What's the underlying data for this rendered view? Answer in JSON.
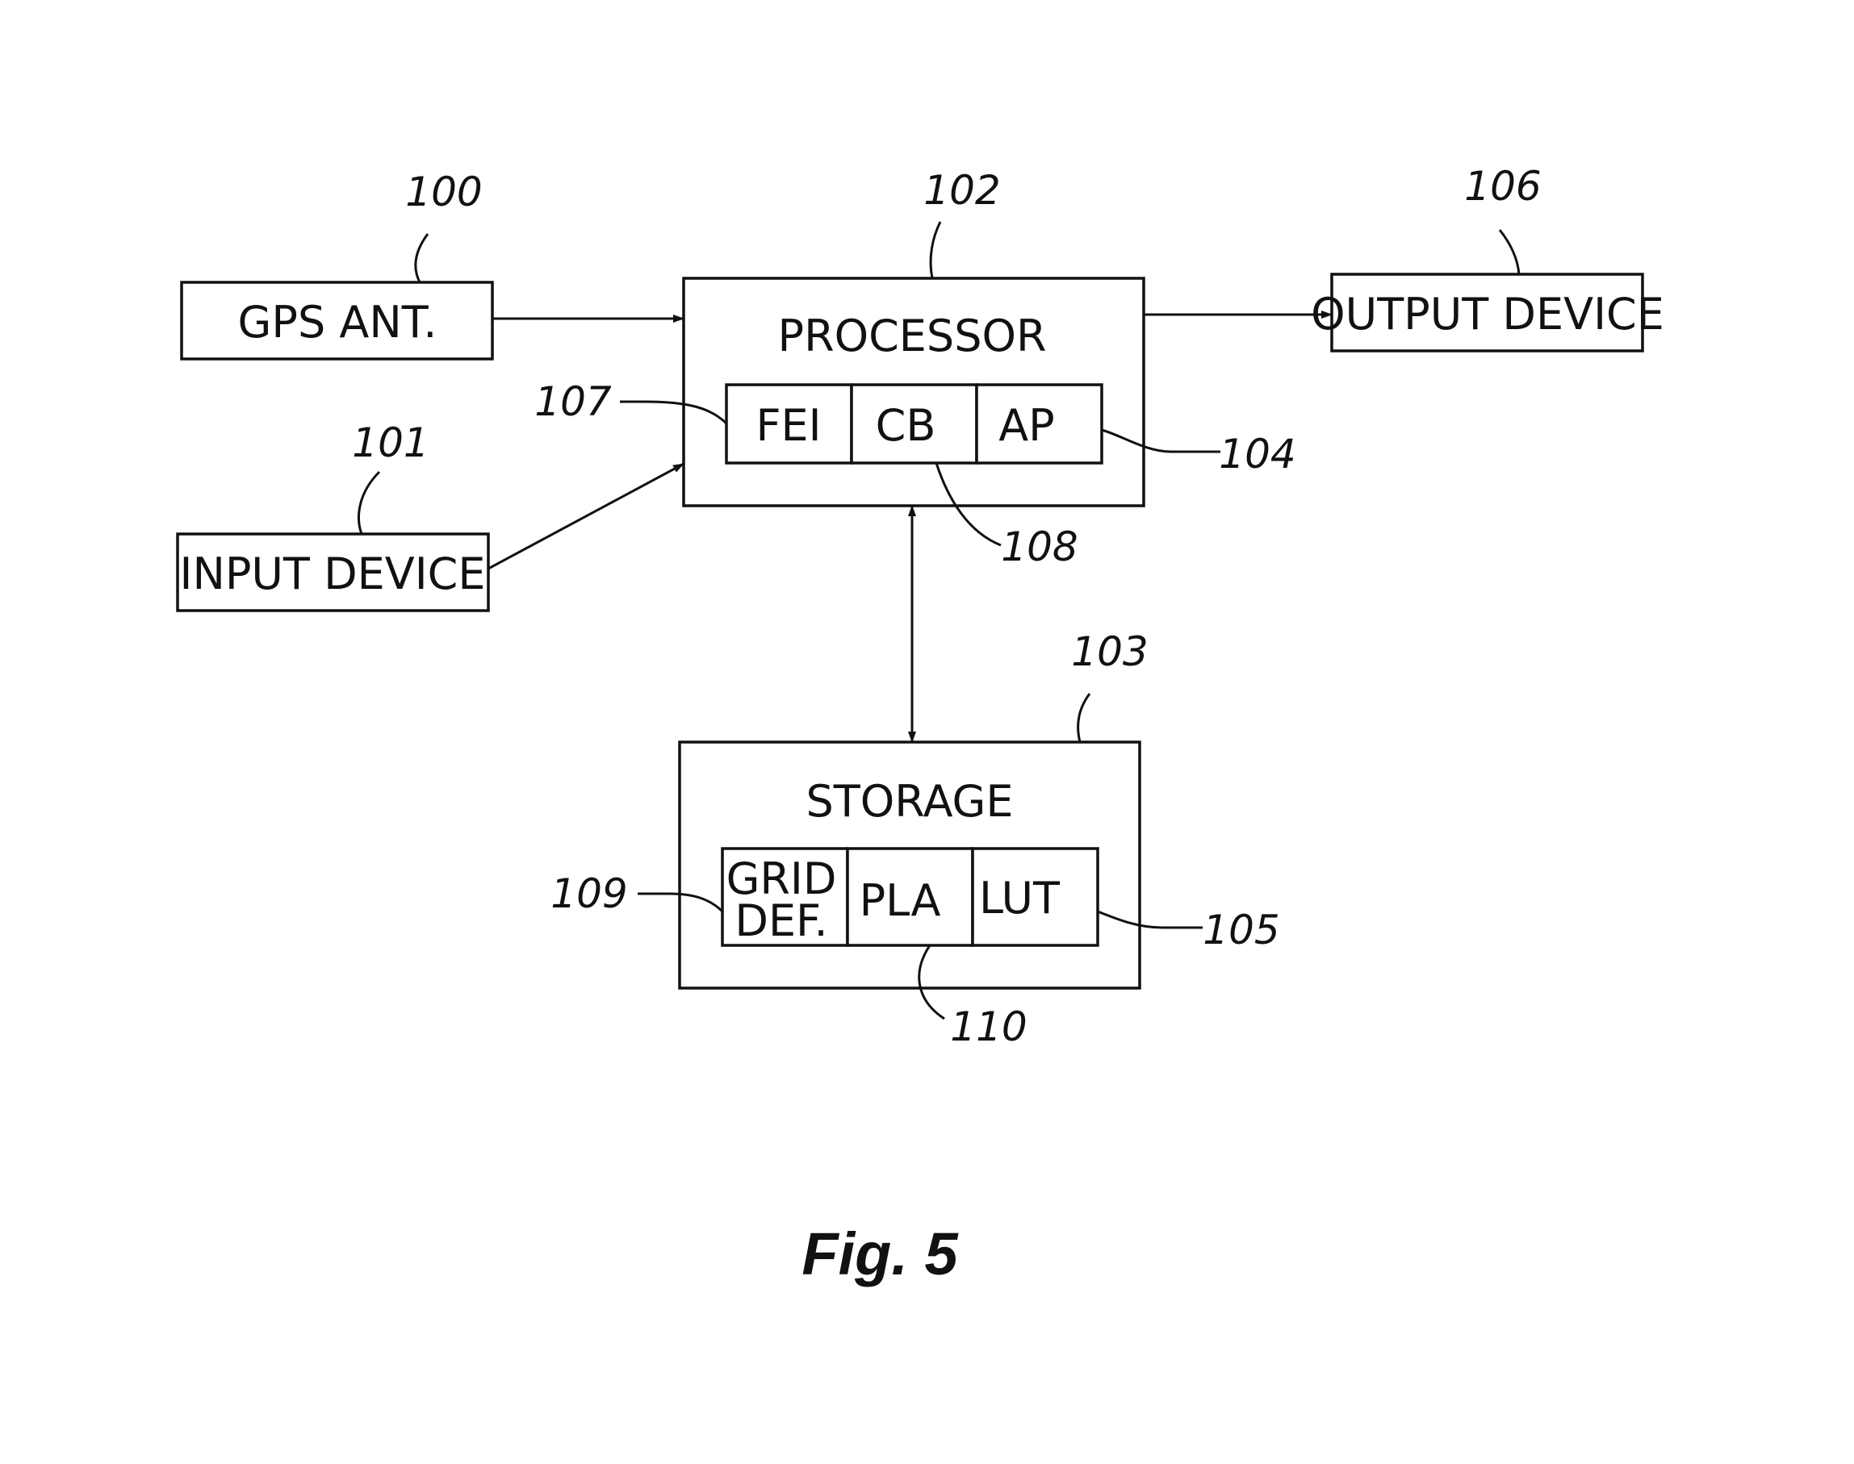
{
  "diagram": {
    "blocks": {
      "gps_antenna": {
        "label": "GPS ANT.",
        "ref": "100"
      },
      "input_device": {
        "label": "INPUT DEVICE",
        "ref": "101"
      },
      "processor": {
        "label": "PROCESSOR",
        "ref": "102"
      },
      "output_device": {
        "label": "OUTPUT DEVICE",
        "ref": "106"
      },
      "storage": {
        "label": "STORAGE",
        "ref": "103"
      }
    },
    "processor_modules": [
      {
        "label": "FEI",
        "ref": "107"
      },
      {
        "label": "CB",
        "ref": "108"
      },
      {
        "label": "AP",
        "ref": "104"
      }
    ],
    "storage_modules": [
      {
        "label_line1": "GRID",
        "label_line2": "DEF.",
        "ref": "109"
      },
      {
        "label": "PLA",
        "ref": "110"
      },
      {
        "label": "LUT",
        "ref": "105"
      }
    ],
    "connections": [
      {
        "from": "GPS ANT.",
        "to": "PROCESSOR",
        "direction": "one-way"
      },
      {
        "from": "INPUT DEVICE",
        "to": "PROCESSOR",
        "direction": "one-way"
      },
      {
        "from": "PROCESSOR",
        "to": "OUTPUT DEVICE",
        "direction": "one-way"
      },
      {
        "from": "PROCESSOR",
        "to": "STORAGE",
        "direction": "two-way"
      }
    ],
    "caption": "Fig. 5"
  }
}
